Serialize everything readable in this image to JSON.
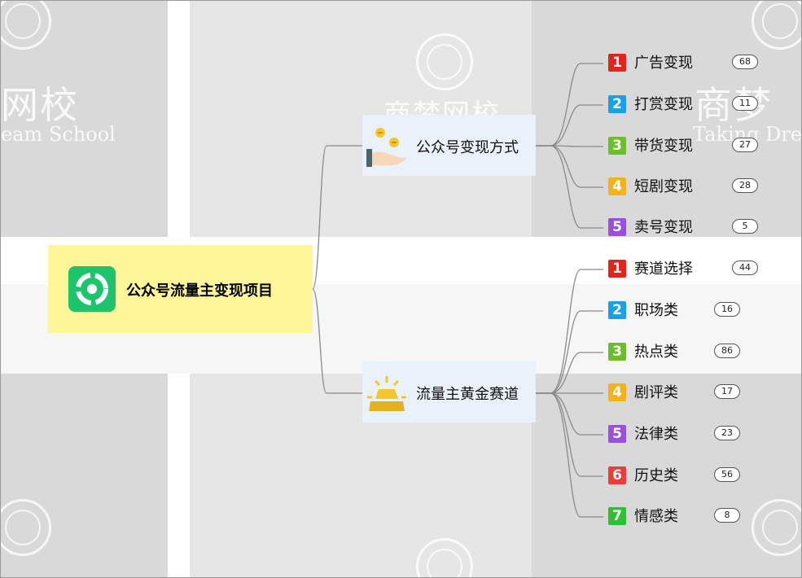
{
  "root": {
    "label": "公众号流量主变现项目",
    "icon": "app-logo-icon"
  },
  "watermark": {
    "brand": "商梦网校",
    "brand_alt": "网校",
    "brand_right": "商梦",
    "english": "Dream School",
    "english_left": "eam School",
    "english_right": "Taking Dre"
  },
  "branches": [
    {
      "label": "公众号变现方式",
      "icon": "coins-hand-icon",
      "items": [
        {
          "badge": "1",
          "color": "#e0261c",
          "label": "广告变现",
          "count": "68"
        },
        {
          "badge": "2",
          "color": "#1aa0e8",
          "label": "打赏变现",
          "count": "11"
        },
        {
          "badge": "3",
          "color": "#6cbf2a",
          "label": "带货变现",
          "count": "27"
        },
        {
          "badge": "4",
          "color": "#f6b21c",
          "label": "短剧变现",
          "count": "28"
        },
        {
          "badge": "5",
          "color": "#9b4fe0",
          "label": "卖号变现",
          "count": "5"
        }
      ]
    },
    {
      "label": "流量主黄金赛道",
      "icon": "gold-bars-icon",
      "items": [
        {
          "badge": "1",
          "color": "#e0261c",
          "label": "赛道选择",
          "count": "44"
        },
        {
          "badge": "2",
          "color": "#1aa0e8",
          "label": "职场类",
          "count": "16"
        },
        {
          "badge": "3",
          "color": "#6cbf2a",
          "label": "热点类",
          "count": "86"
        },
        {
          "badge": "4",
          "color": "#f6b21c",
          "label": "剧评类",
          "count": "17"
        },
        {
          "badge": "5",
          "color": "#9b4fe0",
          "label": "法律类",
          "count": "23"
        },
        {
          "badge": "6",
          "color": "#ee3b3b",
          "label": "历史类",
          "count": "56"
        },
        {
          "badge": "7",
          "color": "#2fc036",
          "label": "情感类",
          "count": "8"
        }
      ]
    }
  ]
}
